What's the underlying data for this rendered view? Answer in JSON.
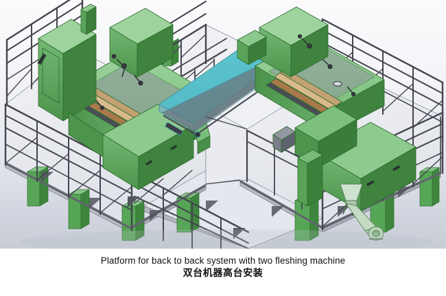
{
  "caption": {
    "english": "Platform for back to back system with two fleshing machine",
    "chinese": "双台机器高台安装"
  },
  "scene": {
    "title": "Platform for back to back system with two fleshing machine",
    "view": "isometric-3d-cad-render",
    "background_top": "#fbfbfc",
    "background_bottom": "#c8cdd6",
    "components": [
      {
        "name": "fleshing-machine-left",
        "color": "#5aa45a"
      },
      {
        "name": "fleshing-machine-right",
        "color": "#5aa45a"
      },
      {
        "name": "conveyor-table",
        "color": "#5bc3ce"
      },
      {
        "name": "platform-deck",
        "color": "#e8eaee"
      },
      {
        "name": "safety-railing",
        "color": "#4a4a52"
      },
      {
        "name": "support-column",
        "color": "#4a9e4a"
      },
      {
        "name": "screw-conveyor",
        "color": "#b9d6b9"
      },
      {
        "name": "feed-roller",
        "color": "#d9b98a"
      }
    ],
    "colors": {
      "green_dark": "#3d7f3d",
      "green_mid": "#5aa45a",
      "green_light": "#8dc98d",
      "green_pale": "#b6dcb6",
      "teal": "#5bc3ce",
      "teal_dark": "#3f9aa6",
      "teal_edge": "#7fb5b8",
      "steel_dark": "#3f4049",
      "steel_mid": "#5c5e69",
      "steel_light": "#8d909c",
      "deck": "#eceef2",
      "deck_shade": "#d7dae1",
      "tan": "#d9b98a",
      "tan_dark": "#a8794a",
      "outline": "#2b2b30"
    }
  }
}
